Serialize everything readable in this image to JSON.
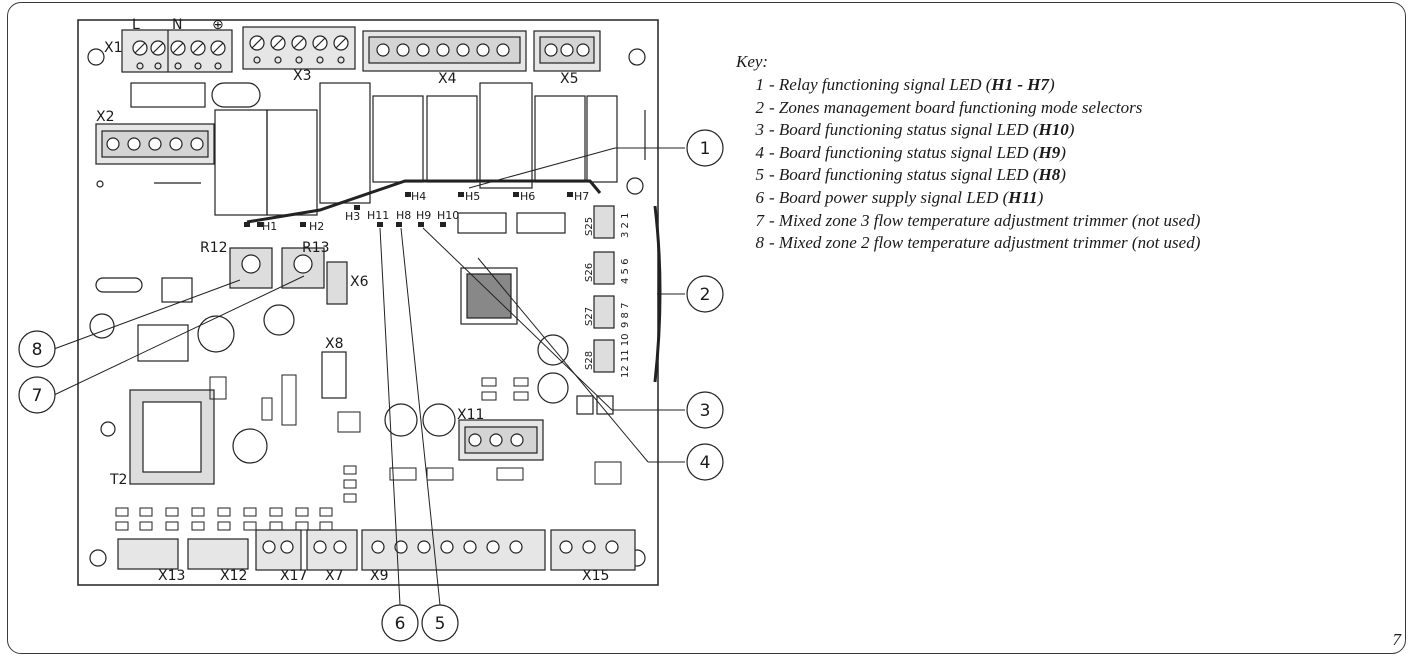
{
  "diagram": {
    "connectors": {
      "x1": "X1",
      "x2": "X2",
      "x3": "X3",
      "x4": "X4",
      "x5": "X5",
      "x6": "X6",
      "x7": "X7",
      "x8": "X8",
      "x9": "X9",
      "x11": "X11",
      "x12": "X12",
      "x13": "X13",
      "x15": "X15",
      "x17": "X17",
      "t2": "T2"
    },
    "x1_pins": {
      "l": "L",
      "n": "N",
      "earth": "⊕"
    },
    "trimmers": {
      "r12": "R12",
      "r13": "R13"
    },
    "leds": [
      "H1",
      "H2",
      "H3",
      "H4",
      "H5",
      "H6",
      "H7",
      "H8",
      "H9",
      "H10",
      "H11"
    ],
    "selectors": [
      {
        "id": "S25",
        "nums": "3 2 1"
      },
      {
        "id": "S26",
        "nums": "4 5 6"
      },
      {
        "id": "S27",
        "nums": "9 8 7"
      },
      {
        "id": "S28",
        "nums": "12 11 10"
      }
    ],
    "callouts": [
      "1",
      "2",
      "3",
      "4",
      "5",
      "6",
      "7",
      "8"
    ]
  },
  "key": {
    "title": "Key:",
    "items": [
      {
        "num": "1",
        "text": "- Relay functioning signal LED (",
        "bold": "H1 - H7",
        "after": ")"
      },
      {
        "num": "2",
        "text": "- Zones management board functioning mode selectors",
        "bold": "",
        "after": ""
      },
      {
        "num": "3",
        "text": "- Board functioning status signal LED (",
        "bold": "H10",
        "after": ")"
      },
      {
        "num": "4",
        "text": "- Board functioning status signal LED (",
        "bold": "H9",
        "after": ")"
      },
      {
        "num": "5",
        "text": "- Board functioning status signal LED (",
        "bold": "H8",
        "after": ")"
      },
      {
        "num": "6",
        "text": "- Board power supply signal LED (",
        "bold": "H11",
        "after": ")"
      },
      {
        "num": "7",
        "text": "- Mixed zone 3 flow temperature adjustment trimmer (not used)",
        "bold": "",
        "after": ""
      },
      {
        "num": "8",
        "text": "- Mixed zone 2 flow temperature adjustment trimmer (not used)",
        "bold": "",
        "after": ""
      }
    ]
  },
  "page_number": "7"
}
